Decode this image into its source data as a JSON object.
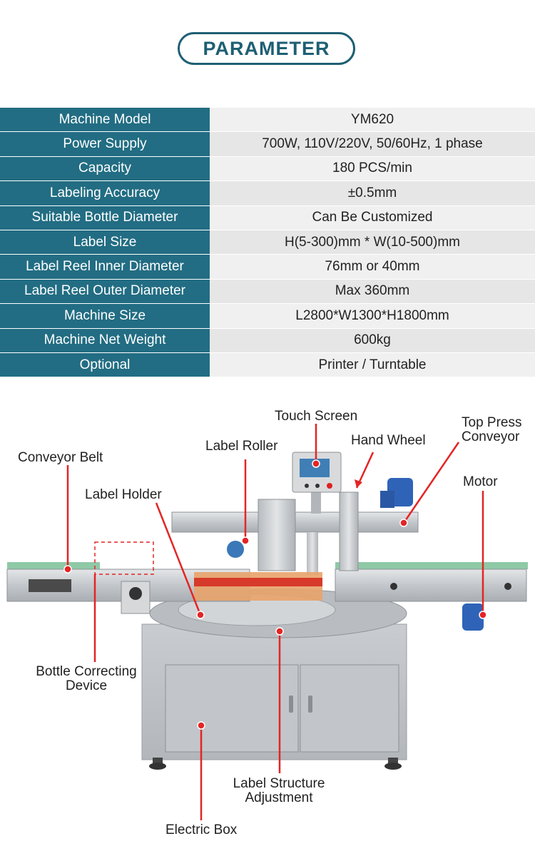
{
  "header": {
    "title": "PARAMETER"
  },
  "params": [
    {
      "key": "Machine Model",
      "value": "YM620"
    },
    {
      "key": "Power Supply",
      "value": "700W, 110V/220V, 50/60Hz, 1 phase"
    },
    {
      "key": "Capacity",
      "value": "180 PCS/min"
    },
    {
      "key": "Labeling Accuracy",
      "value": "±0.5mm"
    },
    {
      "key": "Suitable Bottle Diameter",
      "value": "Can Be Customized"
    },
    {
      "key": "Label Size",
      "value": "H(5-300)mm * W(10-500)mm"
    },
    {
      "key": "Label Reel Inner Diameter",
      "value": "76mm or 40mm"
    },
    {
      "key": "Label Reel Outer Diameter",
      "value": "Max 360mm"
    },
    {
      "key": "Machine Size",
      "value": "L2800*W1300*H1800mm"
    },
    {
      "key": "Machine Net Weight",
      "value": "600kg"
    },
    {
      "key": "Optional",
      "value": "Printer /  Turntable"
    }
  ],
  "callouts": {
    "touch_screen": "Touch Screen",
    "top_press_line1": "Top Press",
    "top_press_line2": "Conveyor",
    "label_roller": "Label Roller",
    "hand_wheel": "Hand Wheel",
    "conveyor_belt": "Conveyor Belt",
    "motor": "Motor",
    "label_holder": "Label Holder",
    "bottle_correcting_line1": "Bottle Correcting",
    "bottle_correcting_line2": "Device",
    "label_structure_line1": "Label Structure",
    "label_structure_line2": "Adjustment",
    "electric_box": "Electric Box"
  },
  "colors": {
    "accent": "#226d83",
    "callout": "#e32525"
  }
}
